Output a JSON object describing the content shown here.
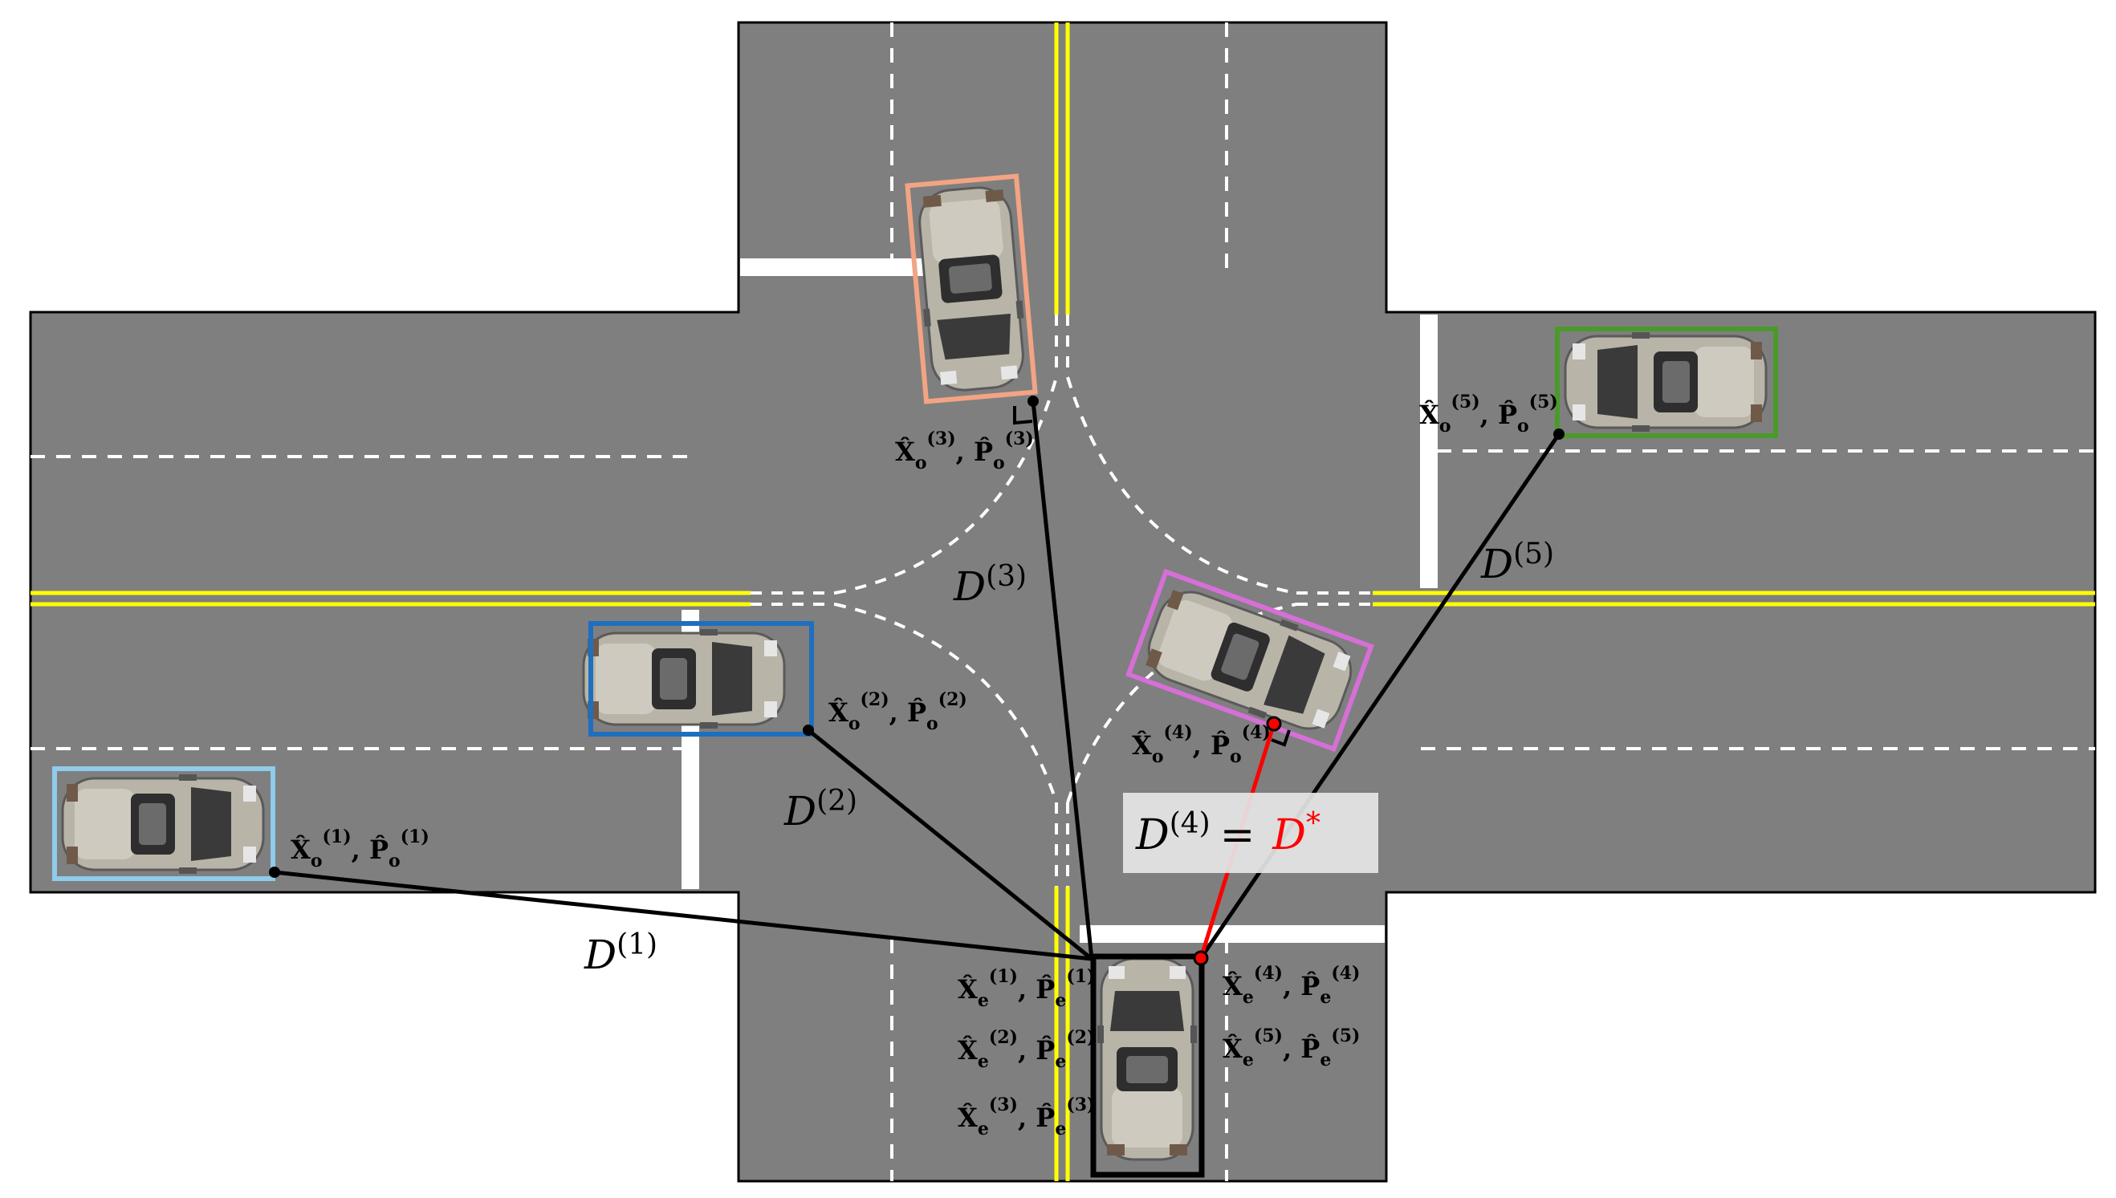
{
  "colors": {
    "road": "#7f7f7f",
    "lane_white": "#ffffff",
    "lane_yellow": "#ffff00",
    "box_vehicle_1": "#8fcbea",
    "box_vehicle_2": "#1f6fbf",
    "box_vehicle_3": "#f2a484",
    "box_vehicle_4": "#d66fd6",
    "box_vehicle_5": "#4a9a2a",
    "box_ego": "#000000",
    "closest_distance": "#ff0000"
  },
  "labels": {
    "obs_1": {
      "base": "X̂",
      "sub": "o",
      "sup": "(1)",
      "sep": ", ",
      "base2": "P̂"
    },
    "obs_2": {
      "base": "X̂",
      "sub": "o",
      "sup": "(2)",
      "sep": ", ",
      "base2": "P̂"
    },
    "obs_3": {
      "base": "X̂",
      "sub": "o",
      "sup": "(3)",
      "sep": ", ",
      "base2": "P̂"
    },
    "obs_4": {
      "base": "X̂",
      "sub": "o",
      "sup": "(4)",
      "sep": ", ",
      "base2": "P̂"
    },
    "obs_5": {
      "base": "X̂",
      "sub": "o",
      "sup": "(5)",
      "sep": ", ",
      "base2": "P̂"
    },
    "ego_1": {
      "base": "X̂",
      "sub": "e",
      "sup": "(1)",
      "sep": ", ",
      "base2": "P̂"
    },
    "ego_2": {
      "base": "X̂",
      "sub": "e",
      "sup": "(2)",
      "sep": ", ",
      "base2": "P̂"
    },
    "ego_3": {
      "base": "X̂",
      "sub": "e",
      "sup": "(3)",
      "sep": ", ",
      "base2": "P̂"
    },
    "ego_4": {
      "base": "X̂",
      "sub": "e",
      "sup": "(4)",
      "sep": ", ",
      "base2": "P̂"
    },
    "ego_5": {
      "base": "X̂",
      "sub": "e",
      "sup": "(5)",
      "sep": ", ",
      "base2": "P̂"
    }
  },
  "distances": {
    "d1": {
      "symbol": "D",
      "sup": "(1)"
    },
    "d2": {
      "symbol": "D",
      "sup": "(2)"
    },
    "d3": {
      "symbol": "D",
      "sup": "(3)"
    },
    "d4": {
      "symbol": "D",
      "sup": "(4)"
    },
    "d5": {
      "symbol": "D",
      "sup": "(5)"
    },
    "equation": {
      "lhs_symbol": "D",
      "lhs_sup": "(4)",
      "eq": "=",
      "rhs_symbol": "D",
      "rhs_sup": "*"
    }
  },
  "icons": [
    "car-top-view-icon",
    "right-angle-marker-icon",
    "contact-point-icon"
  ]
}
